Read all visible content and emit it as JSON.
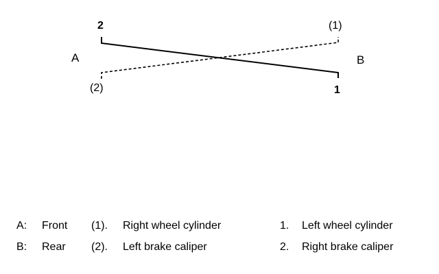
{
  "diagram": {
    "side_a": "A",
    "side_b": "B",
    "label_top_left": "2",
    "label_top_right": "(1)",
    "label_bottom_left": "(2)",
    "label_bottom_right": "1",
    "solid_line": "2 → 1",
    "dashed_line": "(2) → (1)"
  },
  "legend": {
    "rows": [
      {
        "key": "A:",
        "side": "Front",
        "num_paren": "(1).",
        "num_paren_desc": "Right wheel cylinder",
        "num": "1.",
        "num_desc": "Left wheel cylinder"
      },
      {
        "key": "B:",
        "side": "Rear",
        "num_paren": "(2).",
        "num_paren_desc": "Left brake caliper",
        "num": "2.",
        "num_desc": "Right brake caliper"
      }
    ]
  },
  "colors": {
    "ink": "#000000",
    "background": "#ffffff"
  }
}
